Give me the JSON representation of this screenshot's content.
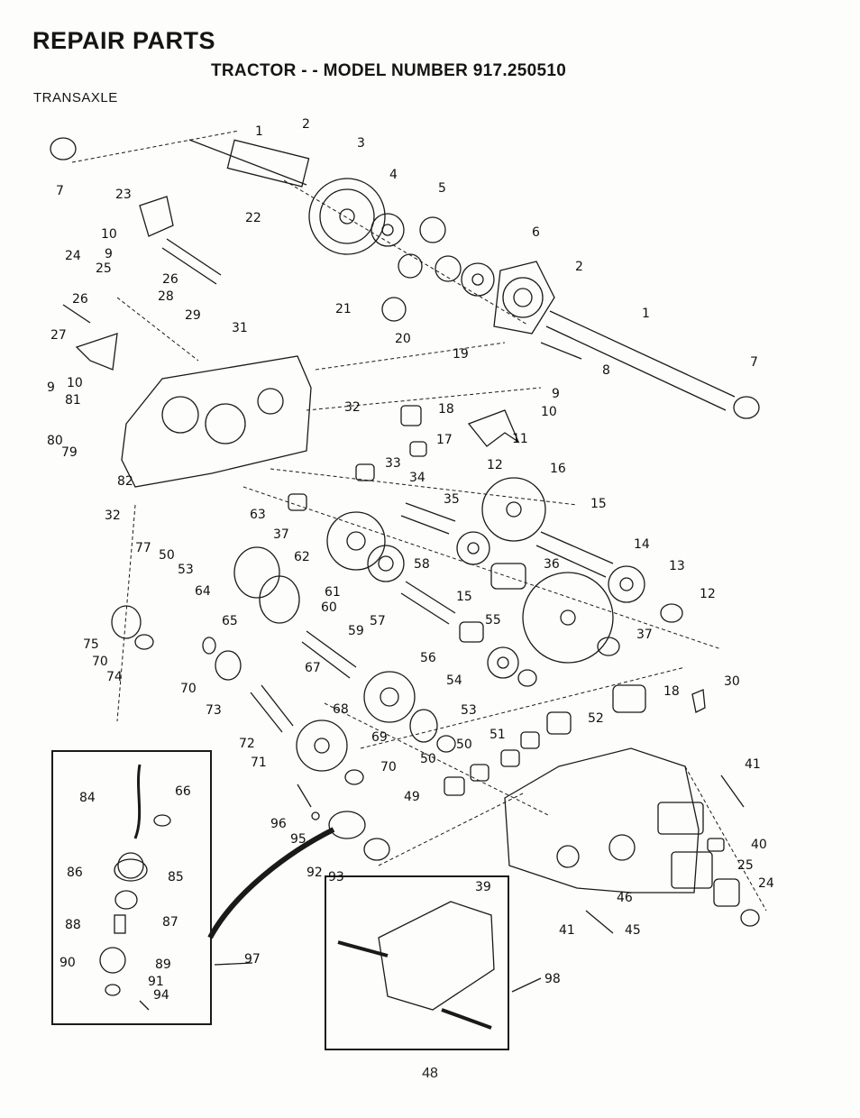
{
  "header": {
    "title": "REPAIR PARTS",
    "subtitle": "TRACTOR - - MODEL NUMBER 917.250510",
    "section": "TRANSAXLE"
  },
  "page_number": "48",
  "callouts": [
    "7",
    "2",
    "1",
    "3",
    "23",
    "22",
    "4",
    "5",
    "10",
    "9",
    "24",
    "25",
    "26",
    "6",
    "2",
    "26",
    "28",
    "21",
    "29",
    "31",
    "27",
    "20",
    "1",
    "8",
    "19",
    "7",
    "9",
    "10",
    "9",
    "10",
    "81",
    "32",
    "18",
    "80",
    "79",
    "17",
    "11",
    "33",
    "12",
    "16",
    "82",
    "34",
    "35",
    "15",
    "32",
    "63",
    "37",
    "77",
    "50",
    "53",
    "14",
    "62",
    "13",
    "58",
    "36",
    "64",
    "61",
    "15",
    "12",
    "60",
    "65",
    "57",
    "55",
    "75",
    "59",
    "70",
    "74",
    "37",
    "56",
    "67",
    "70",
    "54",
    "73",
    "68",
    "18",
    "30",
    "53",
    "52",
    "72",
    "51",
    "69",
    "50",
    "71",
    "50",
    "70",
    "41",
    "49",
    "84",
    "66",
    "96",
    "95",
    "40",
    "92",
    "93",
    "25",
    "86",
    "85",
    "39",
    "24",
    "46",
    "87",
    "88",
    "41",
    "45",
    "97",
    "90",
    "89",
    "98",
    "91",
    "94"
  ],
  "colors": {
    "ink": "#1a1a1a",
    "paper": "#fdfdfb"
  }
}
